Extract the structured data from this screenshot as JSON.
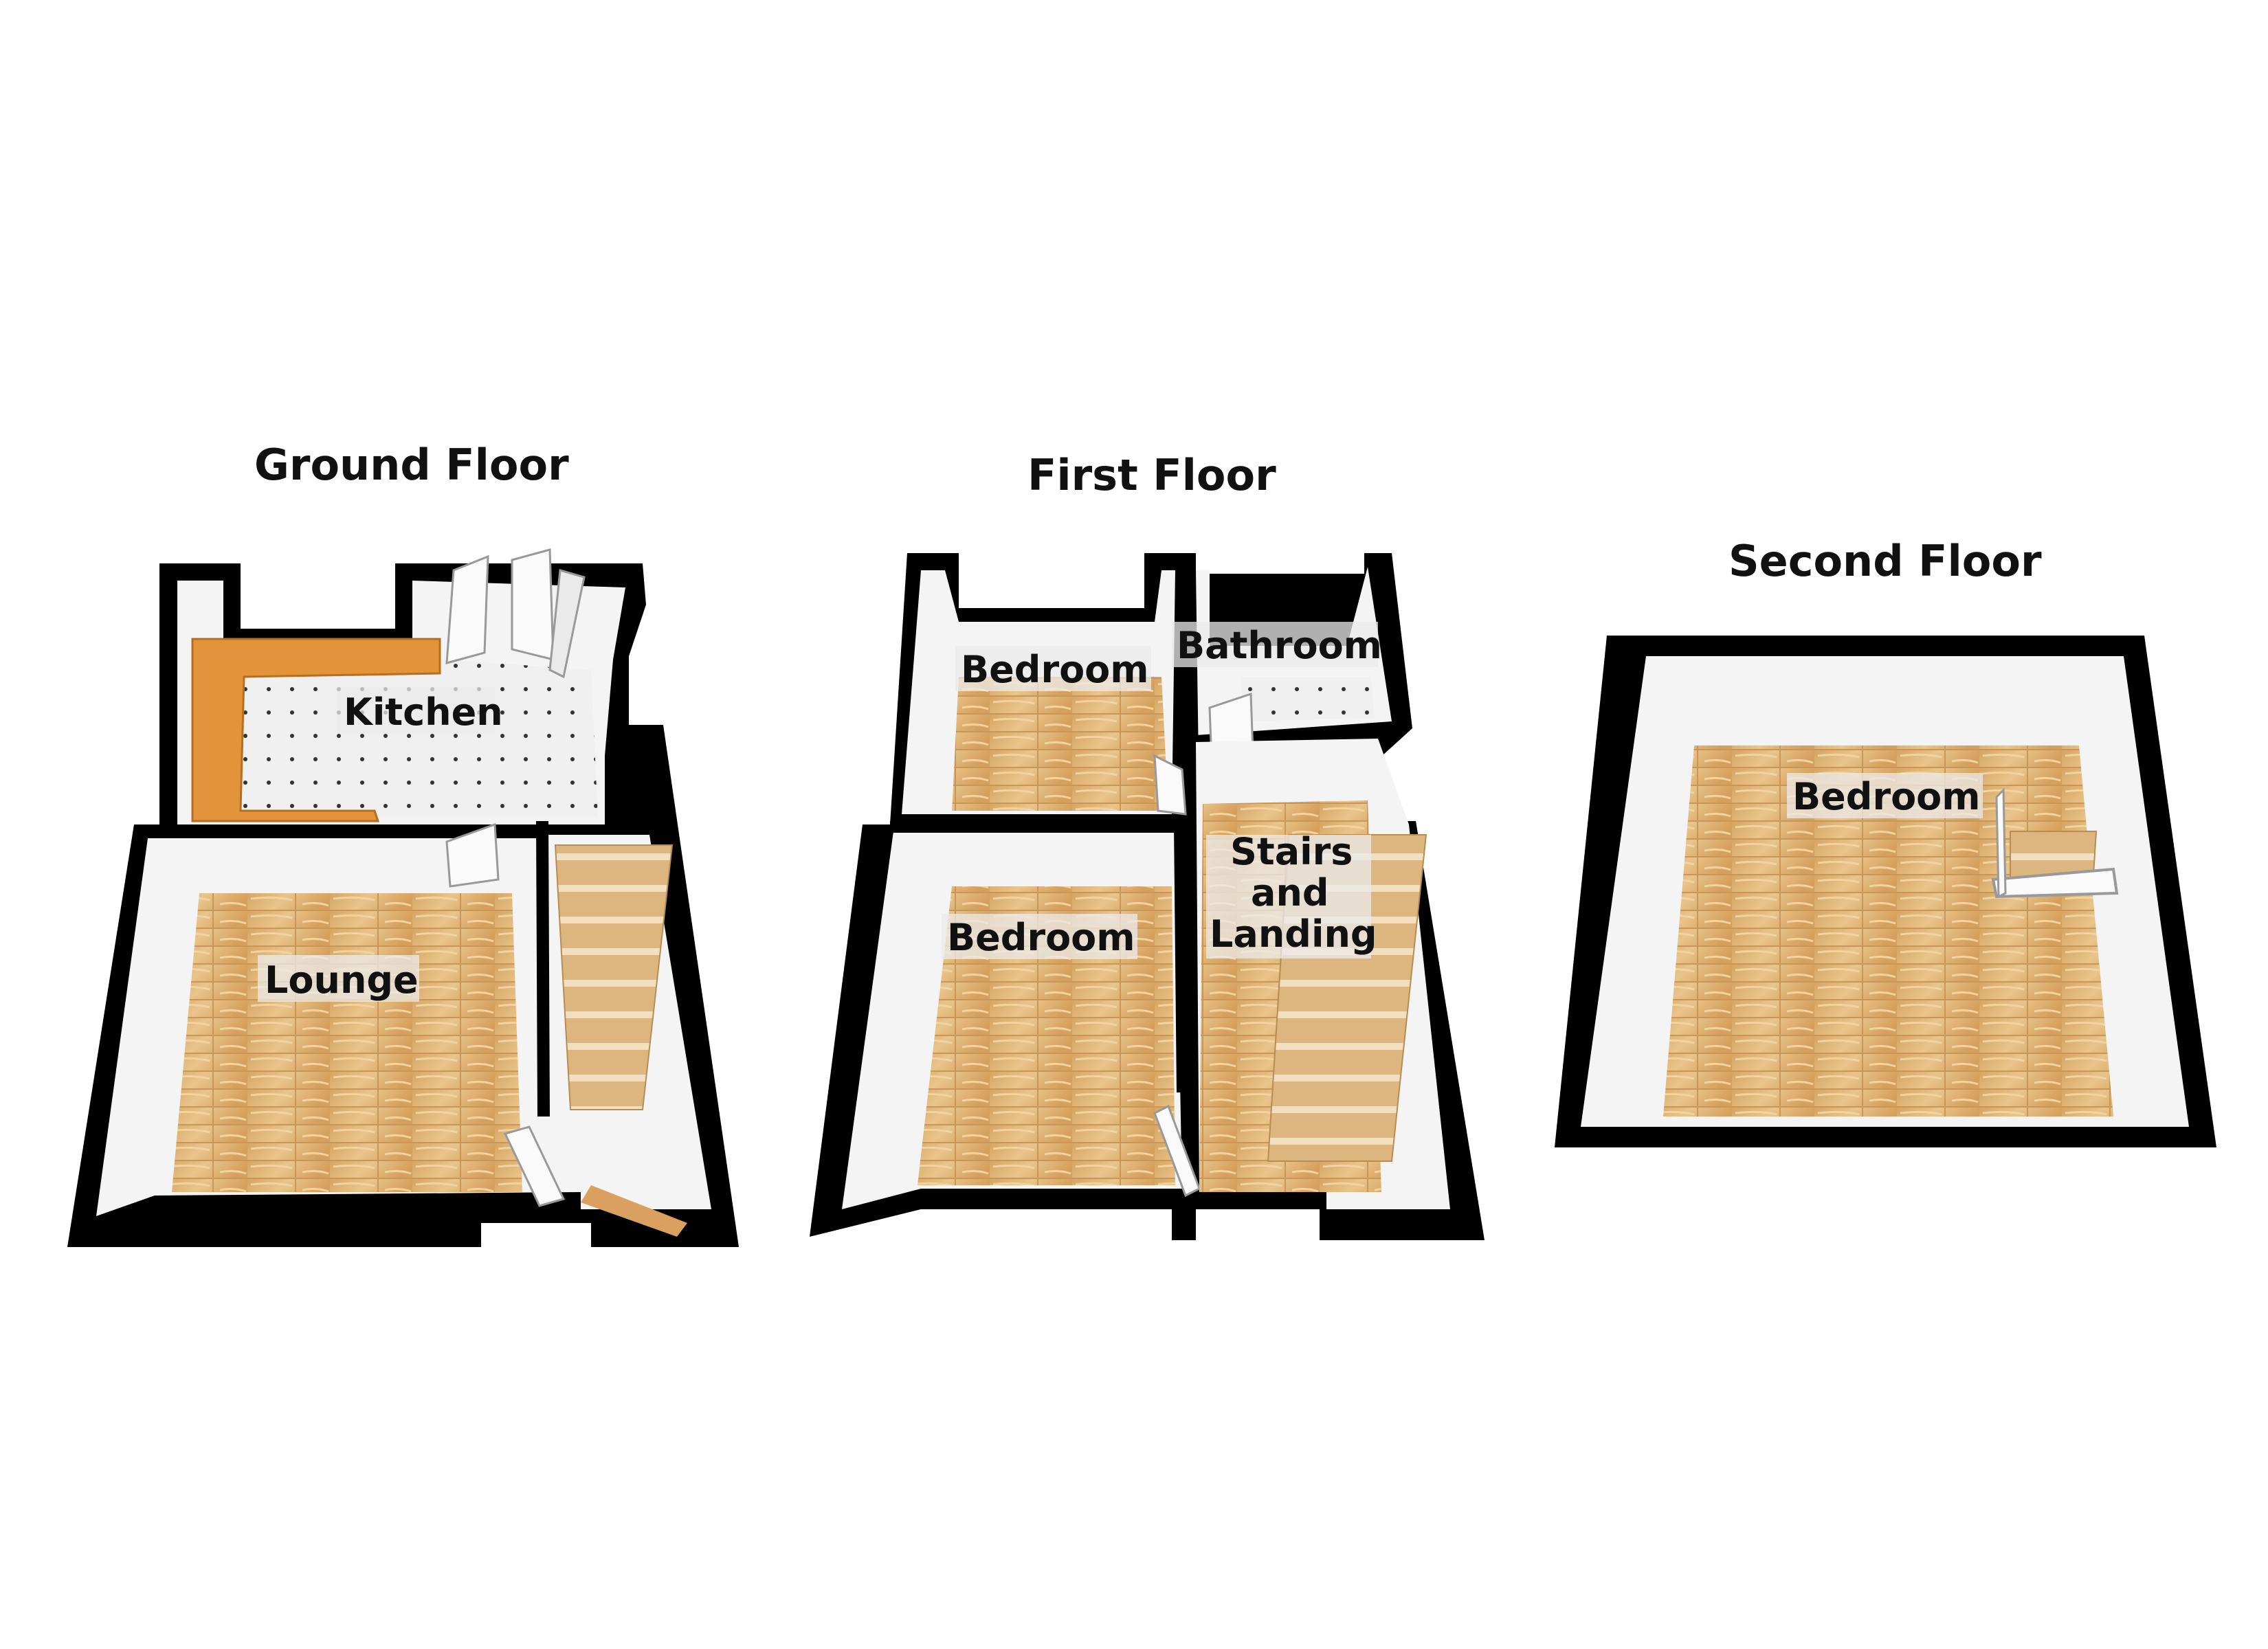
{
  "floors": [
    {
      "title": "Ground Floor",
      "rooms": [
        "Kitchen",
        "Lounge"
      ]
    },
    {
      "title": "First Floor",
      "rooms": [
        "Bedroom",
        "Bathroom",
        "Bedroom",
        "Stairs",
        "and",
        "Landing"
      ]
    },
    {
      "title": "Second Floor",
      "rooms": [
        "Bedroom"
      ]
    }
  ],
  "colors": {
    "wall": "#000000",
    "wall_face": "#f4f4f4",
    "floor_wood": "#e2b676",
    "floor_tile": "#eeeeee",
    "worktop": "#e3943a",
    "stair": "#d9b27a",
    "window_tint": "#cfe6ea"
  }
}
